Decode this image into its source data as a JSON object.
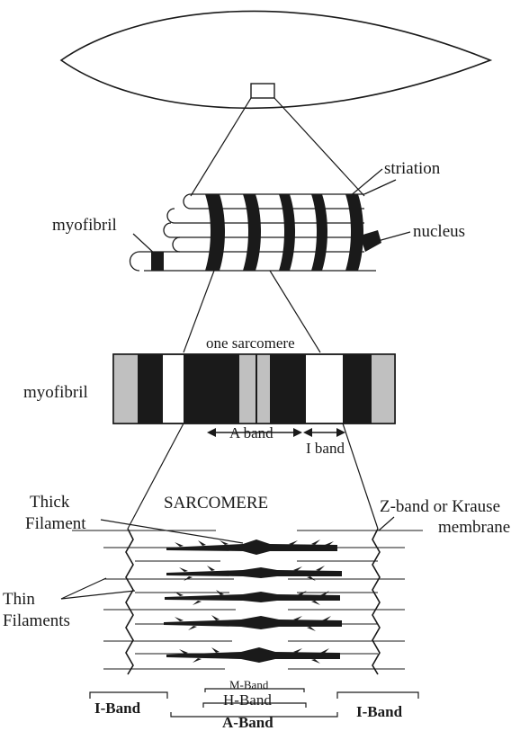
{
  "labels": {
    "striation": "striation",
    "myofibril_top": "myofibril",
    "nucleus": "nucleus",
    "one_sarcomere": "one sarcomere",
    "myofibril_mid": "myofibril",
    "a_band": "A band",
    "i_band": "I band",
    "thick_filament_1": "Thick",
    "thick_filament_2": "Filament",
    "sarcomere": "SARCOMERE",
    "z_band_1": "Z-band or Krause",
    "z_band_2": "membrane",
    "thin_filaments_1": "Thin",
    "thin_filaments_2": "Filaments",
    "m_band": "M-Band",
    "h_band": "H-Band",
    "i_band_left": "I-Band",
    "a_band_bottom": "A-Band",
    "i_band_right": "I-Band"
  },
  "colors": {
    "ink": "#1a1a1a",
    "gray_band": "#c0c0c0",
    "background": "#ffffff"
  }
}
